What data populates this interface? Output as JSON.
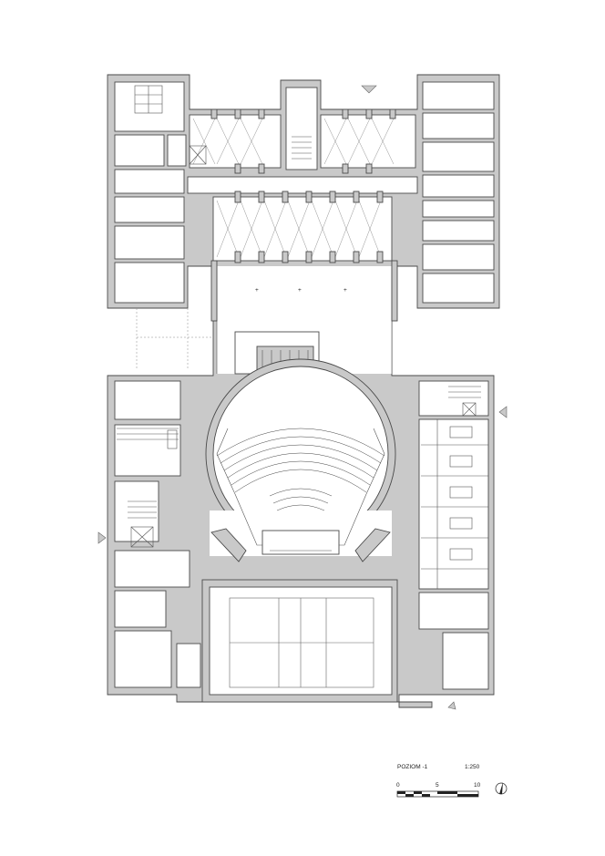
{
  "drawing": {
    "level_label": "POZIOM -1",
    "scale_label": "1:250",
    "scalebar_ticks": [
      "0",
      "5",
      "10"
    ],
    "north_arrow": "north-arrow-icon"
  }
}
